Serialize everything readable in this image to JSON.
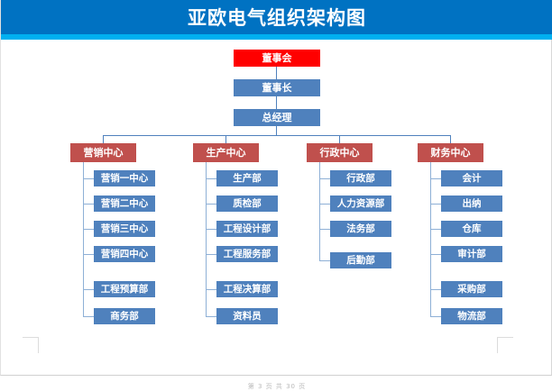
{
  "document": {
    "banner_title": "亚欧电气组织架构图",
    "banner_color": "#0072c2",
    "banner_strip_color": "#00b0f0",
    "footer_text": "第 3 页 共 30 页"
  },
  "palette": {
    "root": "#ff0000",
    "chain": "#4f81bd",
    "center": "#c0504d",
    "leaf": "#4f81bd",
    "connector": "#4f81bd",
    "text": "#ffffff"
  },
  "chart_data": {
    "type": "diagram",
    "title": "亚欧电气组织架构图",
    "nodes": {
      "board": "董事会",
      "chairman": "董事长",
      "general_manager": "总经理"
    },
    "centers": [
      {
        "label": "营销中心",
        "children": [
          "营销一中心",
          "营销二中心",
          "营销三中心",
          "营销四中心",
          "工程预算部",
          "商务部"
        ]
      },
      {
        "label": "生产中心",
        "children": [
          "生产部",
          "质检部",
          "工程设计部",
          "工程服务部",
          "工程决算部",
          "资料员"
        ]
      },
      {
        "label": "行政中心",
        "children": [
          "行政部",
          "人力资源部",
          "法务部",
          "后勤部"
        ]
      },
      {
        "label": "财务中心",
        "children": [
          "会计",
          "出纳",
          "仓库",
          "审计部",
          "采购部",
          "物流部"
        ]
      }
    ]
  }
}
